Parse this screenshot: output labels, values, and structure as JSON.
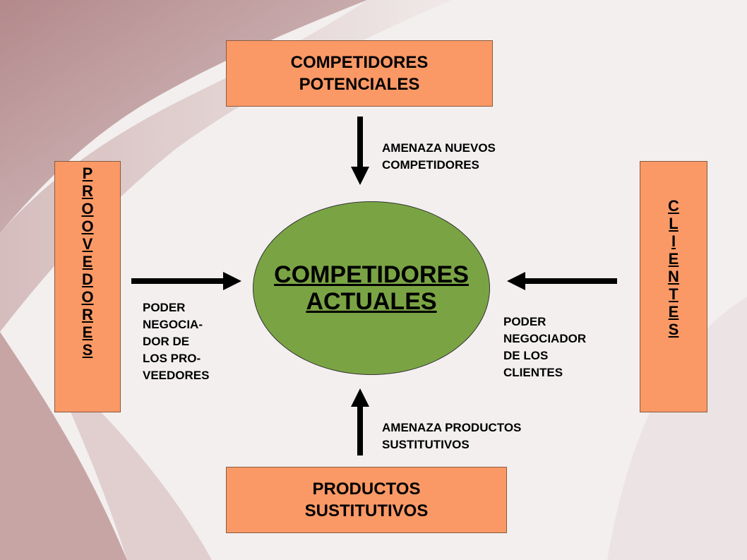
{
  "nodes": {
    "top": {
      "lines": [
        "COMPETIDORES",
        "POTENCIALES"
      ]
    },
    "bottom": {
      "lines": [
        "PRODUCTOS",
        "SUSTITUTIVOS"
      ]
    },
    "left": {
      "letters": [
        "P",
        "R",
        "O",
        "O",
        "V",
        "E",
        "D",
        "O",
        "R",
        "E",
        "S"
      ]
    },
    "right": {
      "letters": [
        "C",
        "L",
        "I",
        "E",
        "N",
        "T",
        "E",
        "S"
      ]
    },
    "center": {
      "lines": [
        "COMPETIDORES",
        "ACTUALES"
      ]
    }
  },
  "labels": {
    "top_arrow": [
      "AMENAZA NUEVOS",
      "COMPETIDORES"
    ],
    "bottom_arrow": [
      "AMENAZA PRODUCTOS",
      "SUSTITUTIVOS"
    ],
    "left_arrow": [
      "PODER",
      "NEGOCIA-",
      "DOR DE",
      "LOS PRO-",
      "VEEDORES"
    ],
    "right_arrow": [
      "PODER",
      "NEGOCIADOR",
      "DE LOS",
      "CLIENTES"
    ]
  },
  "colors": {
    "box_fill": "#fb9966",
    "ellipse_fill": "#7aa444",
    "background": "#f1eded",
    "background_accent": "#b88a8a"
  }
}
